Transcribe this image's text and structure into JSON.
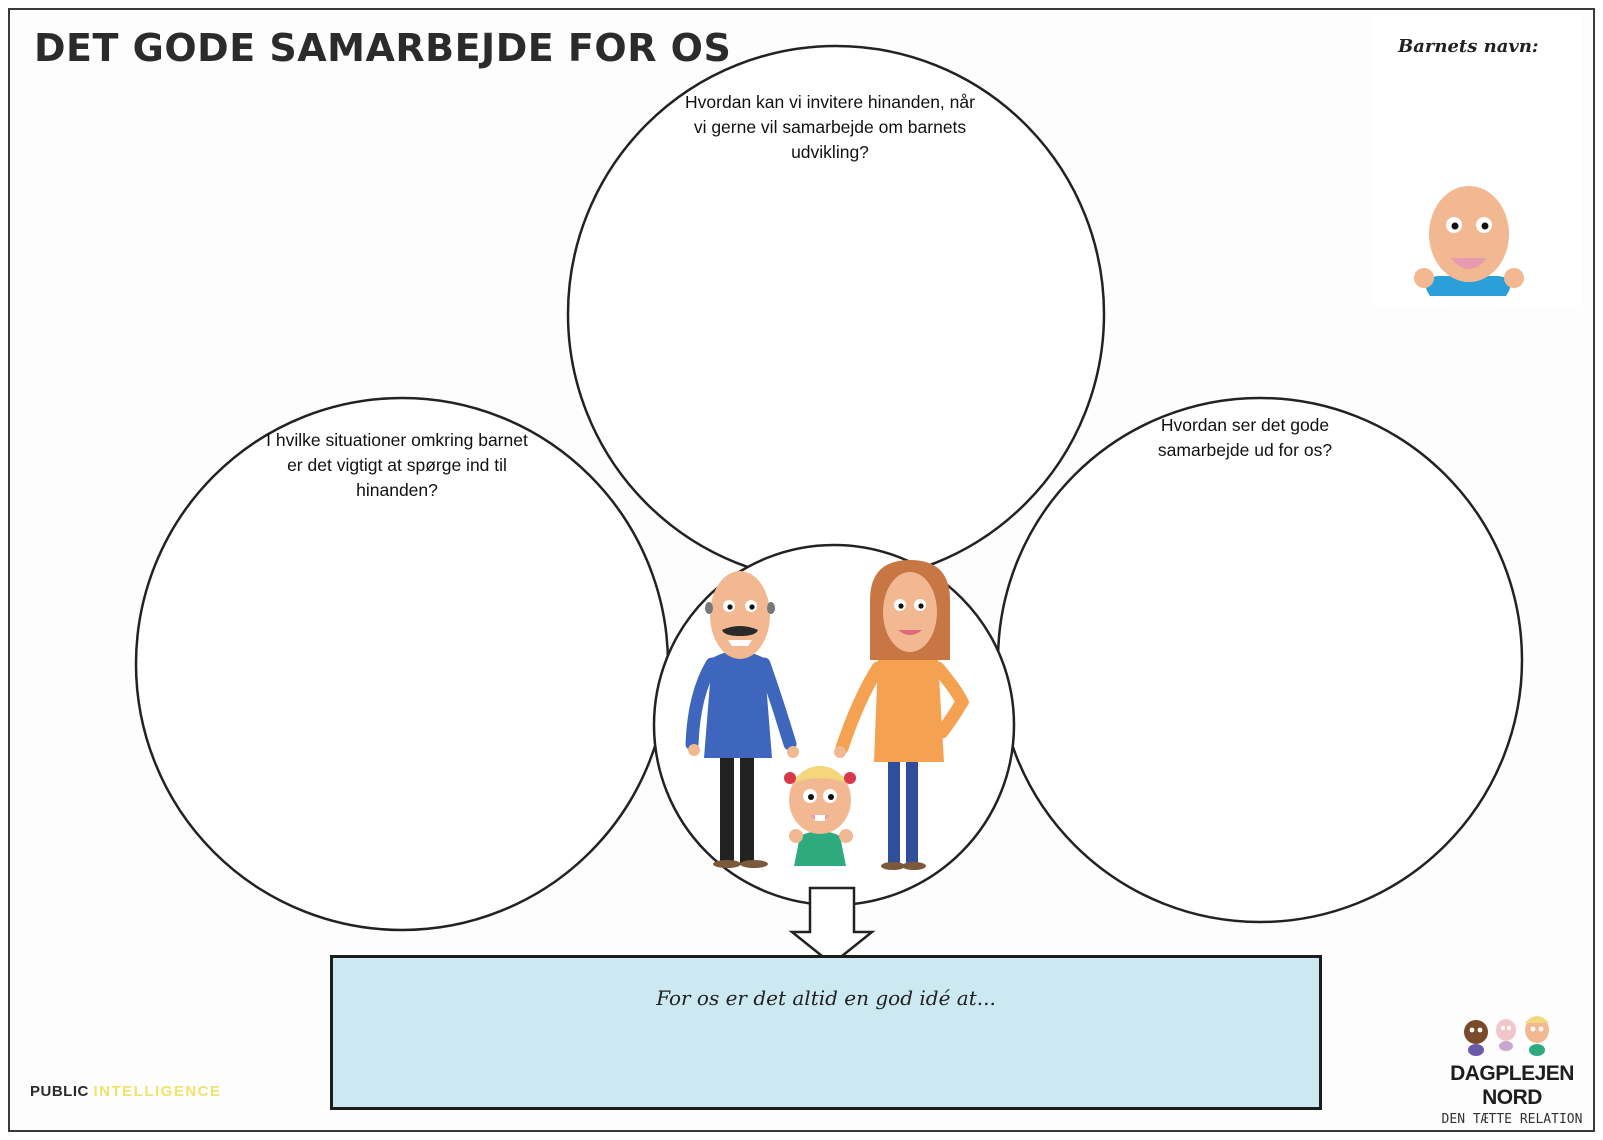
{
  "title": "DET GODE SAMARBEJDE FOR OS",
  "child_name": {
    "label": "Barnets navn:"
  },
  "circles": {
    "top_question": "Hvordan kan vi invitere hinanden, når vi gerne vil samarbejde om barnets udvikling?",
    "left_question": "I hvilke situationer omkring barnet er det vigtigt at spørge ind til hinanden?",
    "right_question": "Hvordan ser det gode samarbejde ud for os?"
  },
  "answer_box": {
    "prompt": "For os er det altid en god idé at..."
  },
  "footer": {
    "left_part1": "PUBLIC",
    "left_part2": "INTELLIGENCE",
    "brand_name": "DAGPLEJEN NORD",
    "brand_tagline": "DEN TÆTTE RELATION"
  },
  "colors": {
    "answer_box_bg": "#cce8f1",
    "skin": "#f1b892",
    "blue_shirt": "#3f66bd",
    "orange_shirt": "#f4a151",
    "baby_outfit": "#2eab7e"
  }
}
